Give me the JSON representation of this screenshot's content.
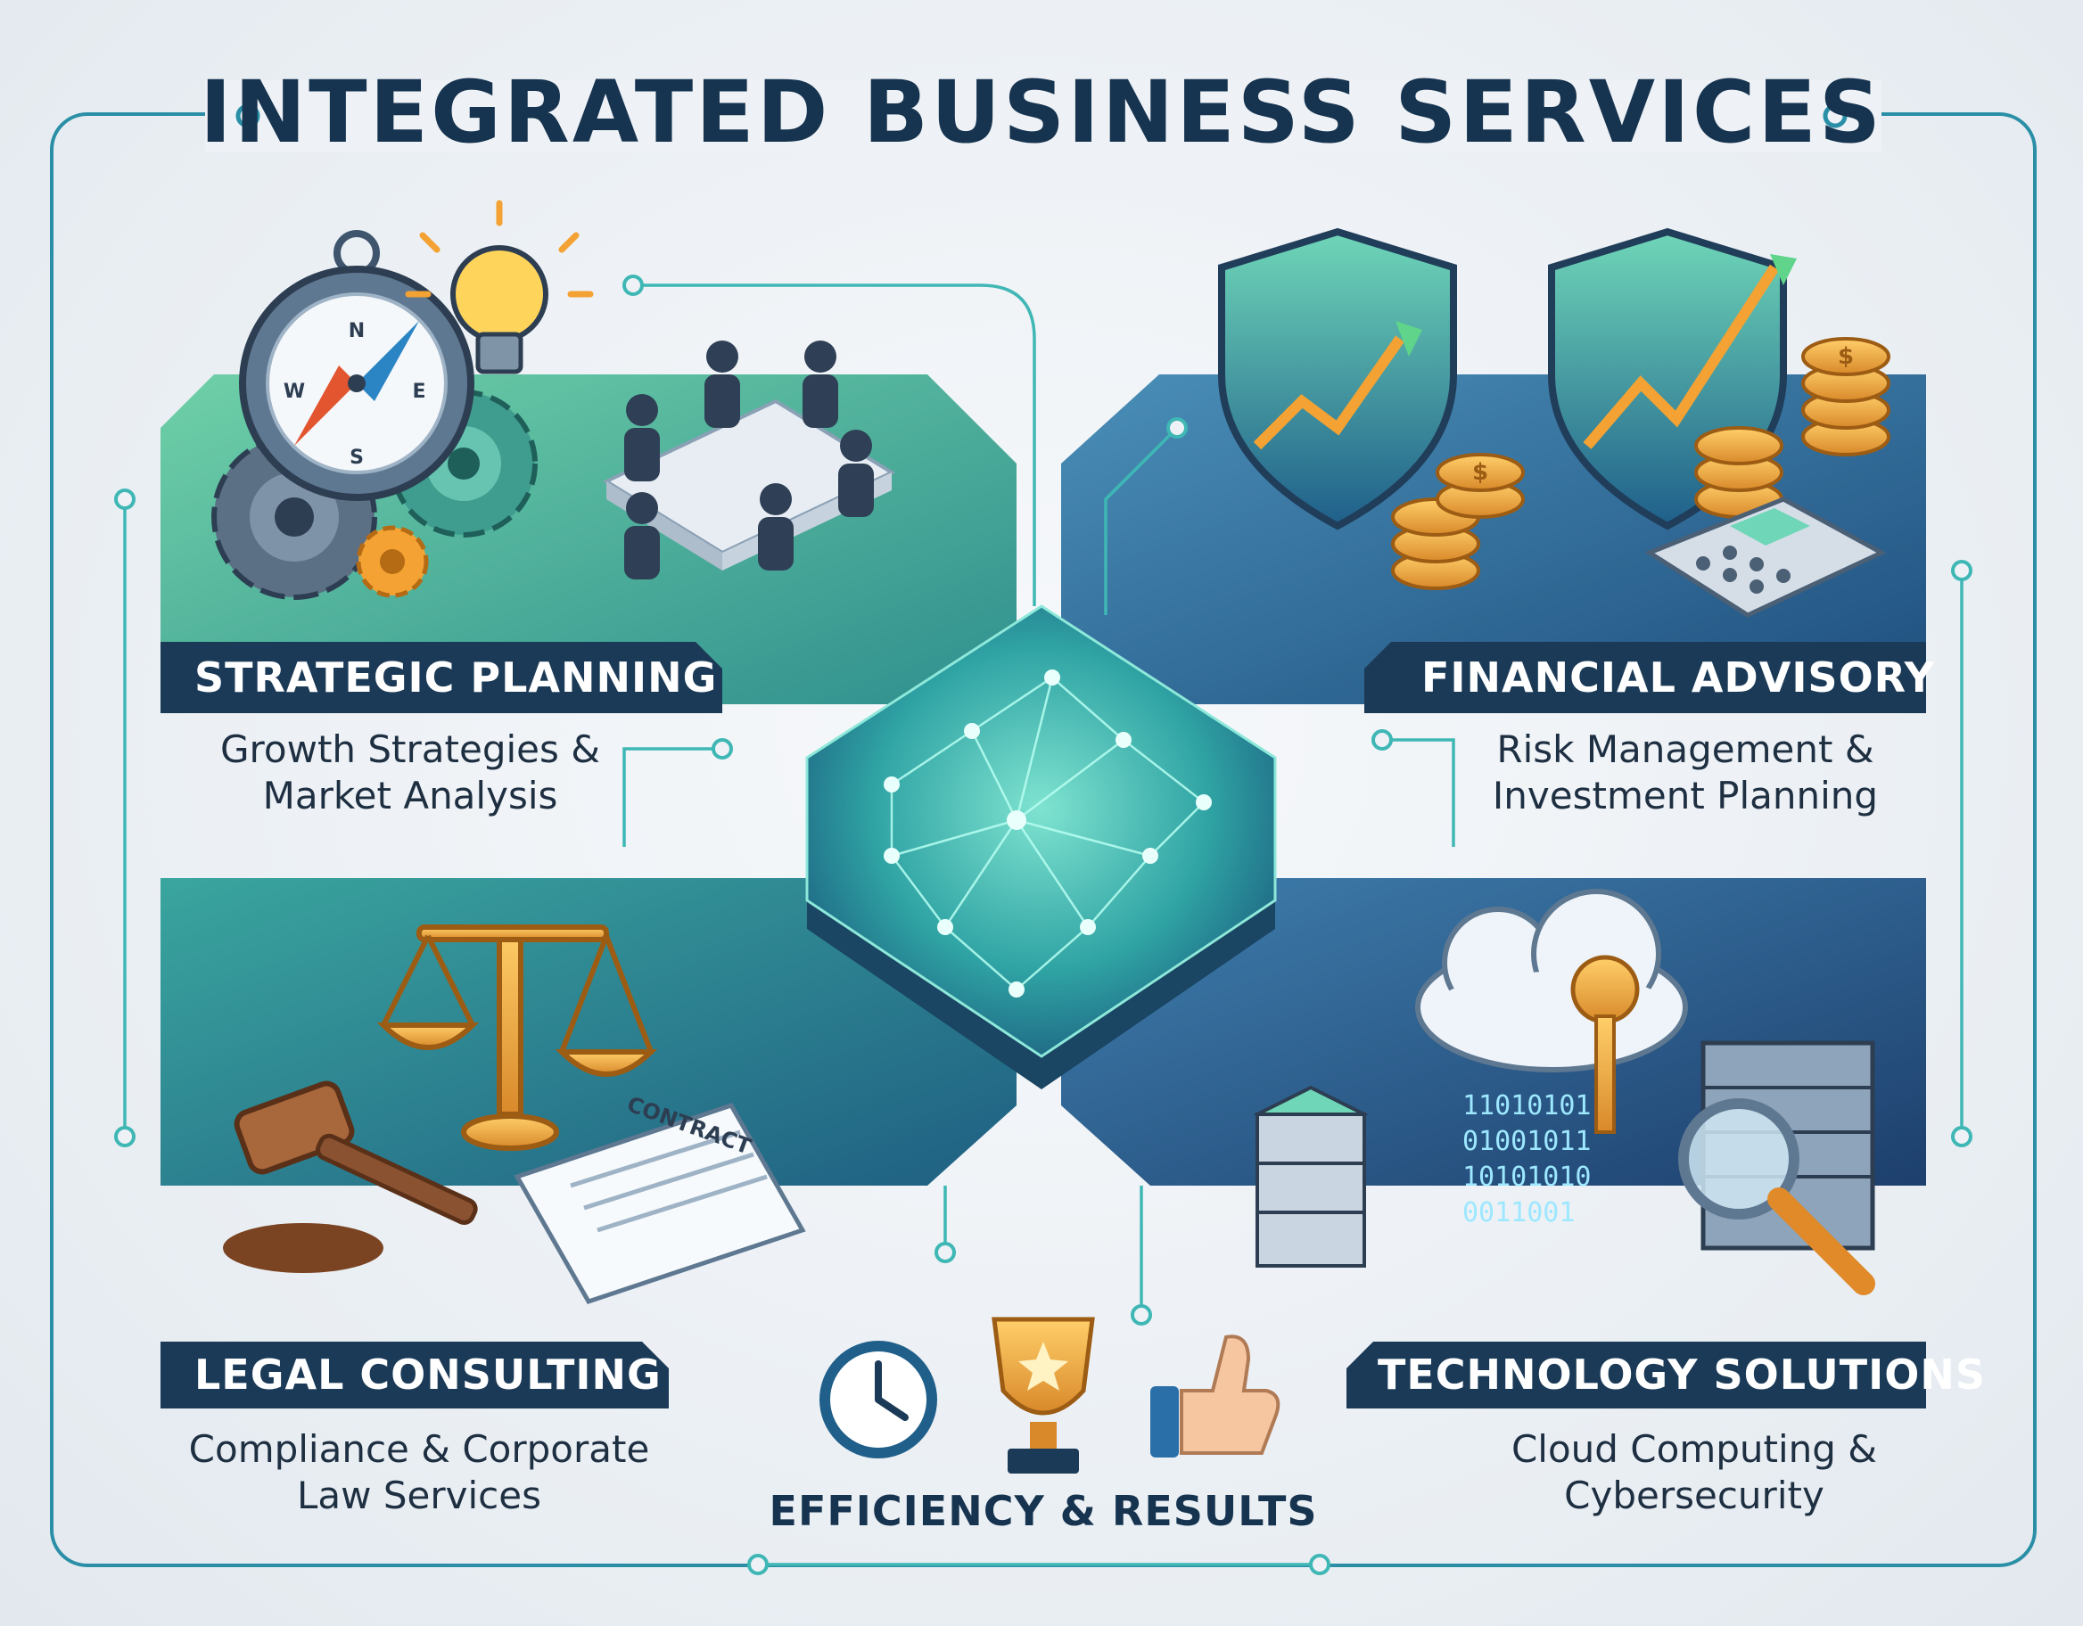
{
  "title": "INTEGRATED BUSINESS SERVICES",
  "sections": [
    {
      "heading": "STRATEGIC PLANNING",
      "description_line1": "Growth Strategies &",
      "description_line2": "Market Analysis"
    },
    {
      "heading": "FINANCIAL ADVISORY",
      "description_line1": "Risk Management &",
      "description_line2": "Investment Planning"
    },
    {
      "heading": "LEGAL CONSULTING",
      "description_line1": "Compliance & Corporate",
      "description_line2": "Law Services"
    },
    {
      "heading": "TECHNOLOGY SOLUTIONS",
      "description_line1": "Cloud Computing &",
      "description_line2": "Cybersecurity"
    }
  ],
  "illustrations": {
    "compass_letters": [
      "N",
      "E",
      "S",
      "W"
    ],
    "contract_label": "CONTRACT",
    "coin_symbol": "$",
    "binary_rows": [
      "11010101",
      "01001011",
      "10101010",
      "0011001"
    ]
  },
  "footer": {
    "label": "EFFICIENCY & RESULTS"
  },
  "colors": {
    "title": "#16334f",
    "green_panel": "#4fbf9a",
    "blue_panel": "#2f6e9a",
    "banner": "#1b3a57",
    "accent": "#5fe0d0"
  },
  "icons": [
    "compass-icon",
    "lightbulb-icon",
    "gears-icon",
    "meeting-table-icon",
    "shield-chart-icon",
    "coin-stack-icon",
    "calculator-icon",
    "scales-of-justice-icon",
    "gavel-icon",
    "contract-document-icon",
    "cloud-key-icon",
    "server-icon",
    "magnifier-icon",
    "clock-icon",
    "trophy-icon",
    "thumbs-up-icon"
  ]
}
